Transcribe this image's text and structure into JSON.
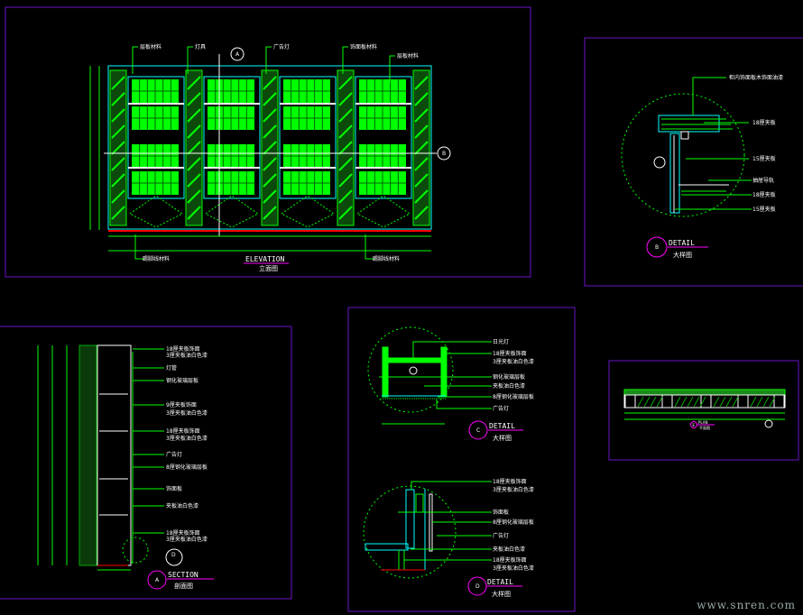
{
  "colors": {
    "frame": "#6a14c8",
    "line": "#00ff00",
    "cyan": "#00ffff",
    "white": "#ffffff",
    "red": "#ff0000",
    "magenta": "#ff00ff"
  },
  "elevation": {
    "title": "ELEVATION",
    "subtitle": "立面图",
    "tags": [
      "层板材料",
      "灯具",
      "广告灯",
      "饰面板材料",
      "层板材料",
      "踢脚线材料",
      "踢脚线材料"
    ],
    "marker_a": "A",
    "marker_b": "B"
  },
  "detail_b": {
    "marker": "B",
    "title": "DETAIL",
    "subtitle": "大样图",
    "labels": [
      "柜内饰面板木饰面油漆",
      "18厘夹板",
      "15厘夹板",
      "抽屉导轨",
      "18厘夹板",
      "15厘夹板"
    ]
  },
  "section_a": {
    "marker": "A",
    "title": "SECTION",
    "subtitle": "剖面图",
    "marker_d": "D",
    "labels": [
      "18厘夹板饰面",
      "3厘夹板油白色漆",
      "灯管",
      "钢化玻璃层板",
      "9厘夹板饰面",
      "3厘夹板油白色漆",
      "18厘夹板饰面",
      "3厘夹板油白色漆",
      "广告灯",
      "8厘钢化玻璃层板",
      "饰面板",
      "夹板油白色漆",
      "18厘夹板饰面",
      "3厘夹板油白色漆"
    ]
  },
  "detail_c": {
    "marker": "C",
    "title": "DETAIL",
    "subtitle": "大样图",
    "labels": [
      "日光灯",
      "18厘夹板饰面",
      "3厘夹板油白色漆",
      "钢化玻璃层板",
      "夹板油白色漆",
      "8厘钢化玻璃层板",
      "广告灯"
    ]
  },
  "detail_d": {
    "marker": "D",
    "title": "DETAIL",
    "subtitle": "大样图",
    "labels": [
      "18厘夹板饰面",
      "3厘夹板油白色漆",
      "饰面板",
      "8厘钢化玻璃层板",
      "广告灯",
      "夹板油白色漆",
      "18厘夹板饰面",
      "3厘夹板油白色漆"
    ]
  },
  "plan": {
    "marker": "E",
    "title": "PLAN",
    "subtitle": "平面图"
  },
  "watermark": "www.snren.com"
}
